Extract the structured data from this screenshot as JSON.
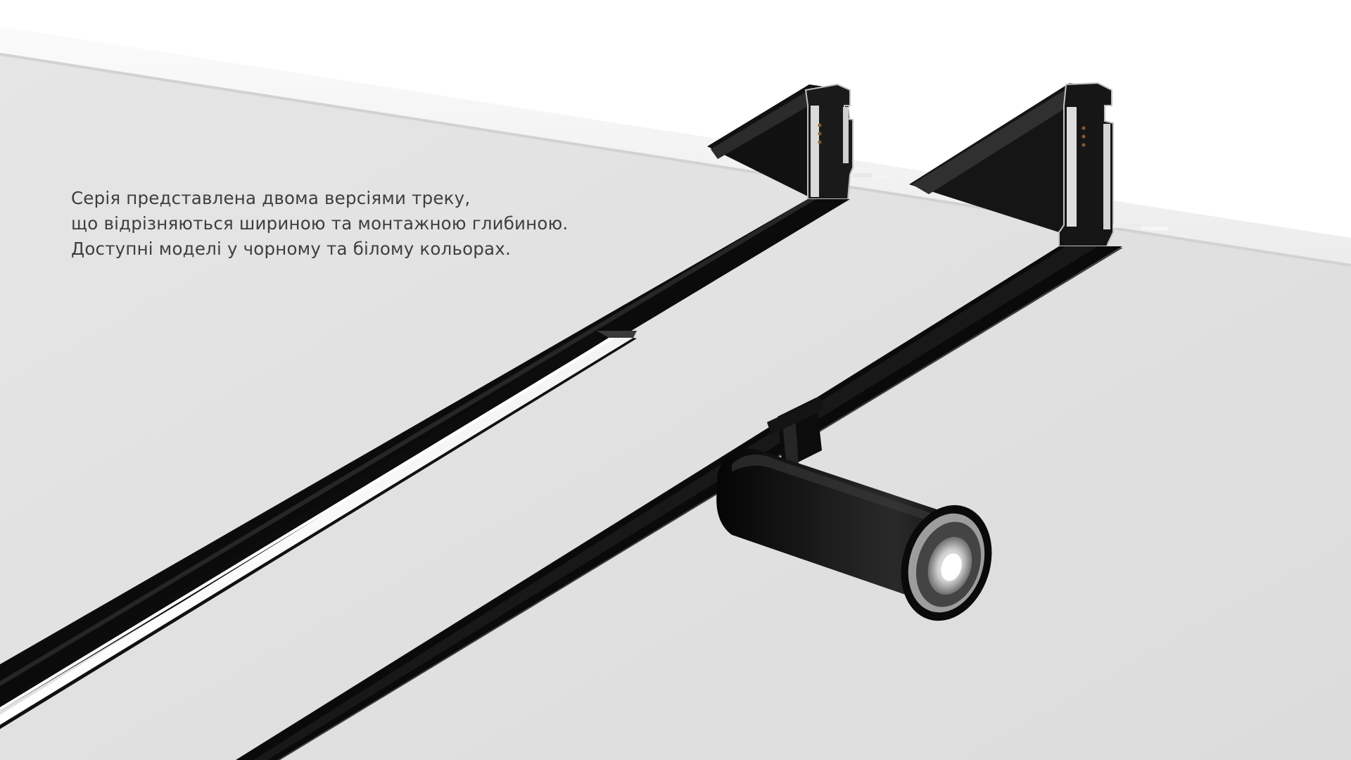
{
  "caption": {
    "lines": [
      "Серія представлена двома версіями треку,",
      "що відрізняються шириною та монтажною глибиною.",
      "Доступні моделі у чорному та білому кольорах."
    ]
  },
  "scene": {
    "colors": {
      "ceiling": "#e2e2e2",
      "ceiling_edge": "#f4f4f4",
      "track": "#0b0b0b",
      "track_inner": "#1e1e1e",
      "profile_metal": "#cfcfcf",
      "light_strip": "#ffffff",
      "spotlight_body": "#111111",
      "spotlight_ring": "#9a9a9a"
    },
    "icons": [
      "linear-light-icon",
      "spotlight-icon",
      "track-profile-icon"
    ]
  }
}
